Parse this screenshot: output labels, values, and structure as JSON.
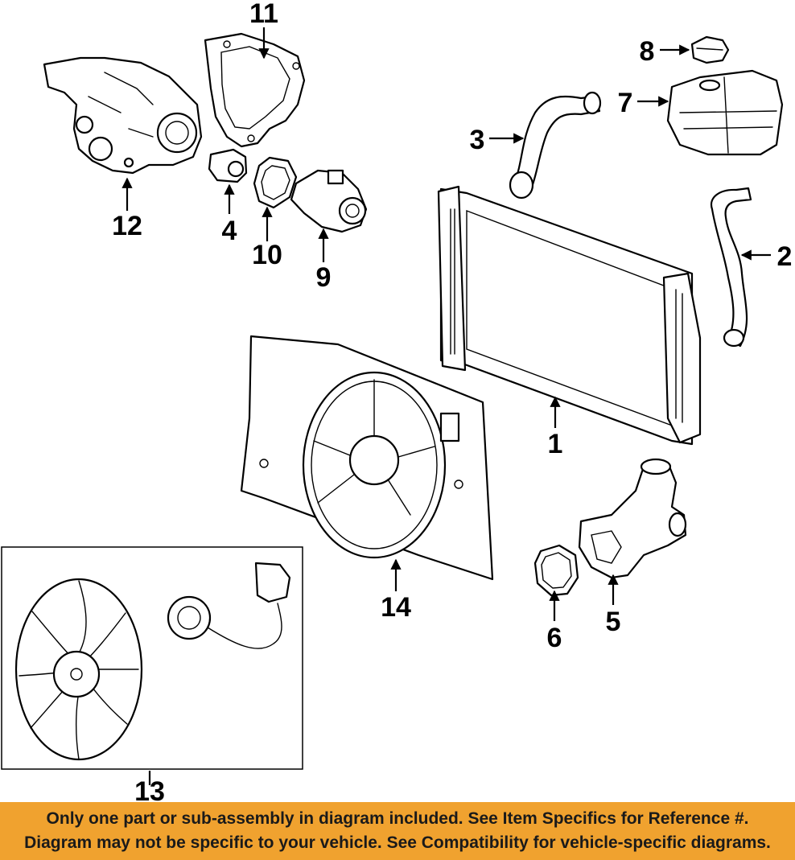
{
  "callouts": {
    "c1": "1",
    "c2": "2",
    "c3": "3",
    "c4": "4",
    "c5": "5",
    "c6": "6",
    "c7": "7",
    "c8": "8",
    "c9": "9",
    "c10": "10",
    "c11": "11",
    "c12": "12",
    "c13": "13",
    "c14": "14"
  },
  "banner": {
    "line1": "Only one part or sub-assembly in diagram included. See Item Specifics for Reference #.",
    "line2": "Diagram may not be specific to your vehicle. See Compatibility for vehicle-specific diagrams."
  },
  "colors": {
    "banner": "#f0a22f",
    "ink": "#000000",
    "background": "#ffffff"
  }
}
